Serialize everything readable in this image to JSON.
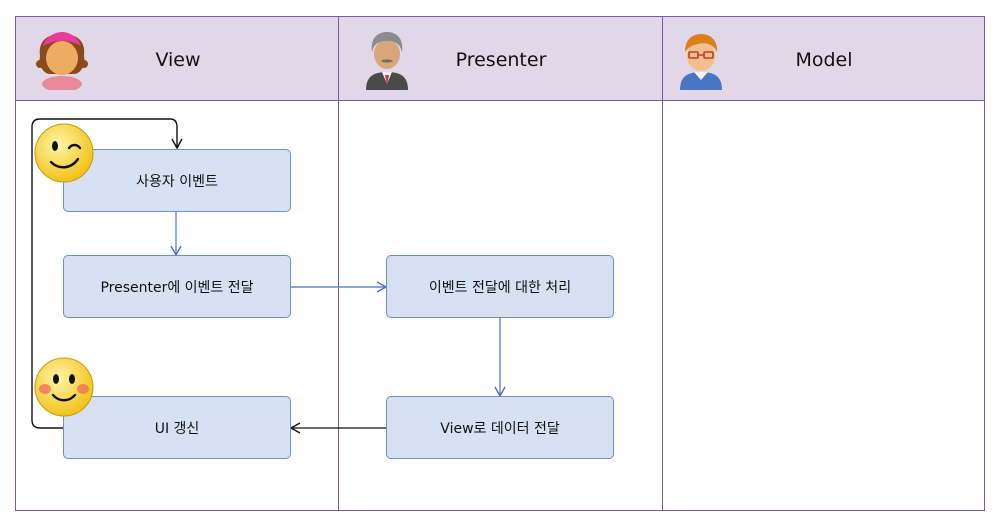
{
  "lanes": [
    {
      "title": "View",
      "avatar": "girl-avatar-icon"
    },
    {
      "title": "Presenter",
      "avatar": "old-man-avatar-icon"
    },
    {
      "title": "Model",
      "avatar": "boy-with-glasses-avatar-icon"
    }
  ],
  "nodes": {
    "user_event": "사용자 이벤트",
    "send_to_presenter": "Presenter에 이벤트 전달",
    "ui_update": "UI 갱신",
    "handle_event": "이벤트 전달에 대한 처리",
    "send_to_view": "View로 데이터 전달"
  },
  "emojis": [
    "winking-face-icon",
    "blushing-smile-icon"
  ],
  "colors": {
    "lane_border": "#7a5a9a",
    "header_fill": "#e2d7e6",
    "node_fill": "#d6e1f4",
    "node_border": "#6f8fc9",
    "arrow_blue": "#4a72c4",
    "loop_line": "#111111"
  }
}
